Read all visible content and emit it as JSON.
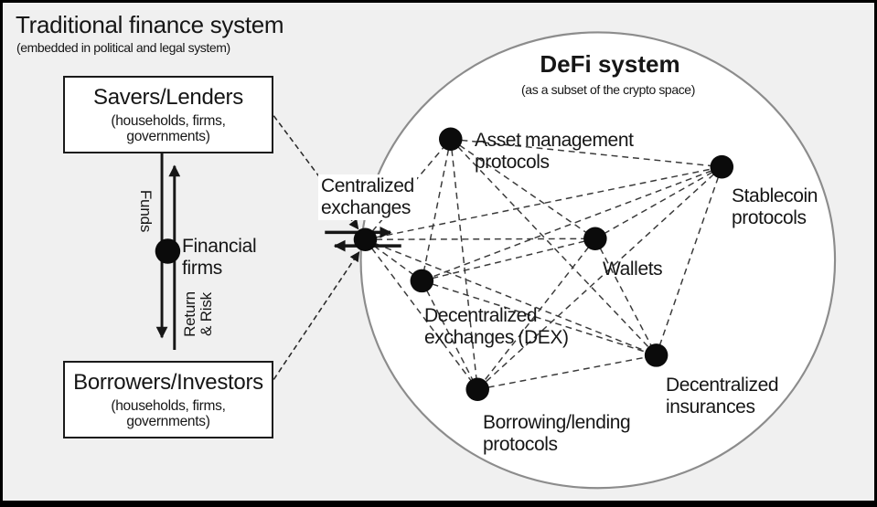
{
  "traditional": {
    "title": "Traditional finance system",
    "subtitle": "(embedded in political and legal system)",
    "savers_box": {
      "title": "Savers/Lenders",
      "sub": [
        "(households, firms,",
        "governments)"
      ]
    },
    "borrowers_box": {
      "title": "Borrowers/Investors",
      "sub": [
        "(households, firms,",
        "governments)"
      ]
    },
    "flow_labels": {
      "funds": "Funds",
      "return_risk": [
        "Return",
        "& Risk"
      ]
    },
    "financial_firms": [
      "Financial",
      "firms"
    ]
  },
  "bridge": {
    "centralized_exchanges": [
      "Centralized",
      "exchanges"
    ]
  },
  "defi": {
    "title": "DeFi system",
    "subtitle": "(as a subset of the crypto space)",
    "nodes": {
      "asset_management": [
        "Asset management",
        "protocols"
      ],
      "stablecoin": [
        "Stablecoin",
        "protocols"
      ],
      "wallets": [
        "Wallets"
      ],
      "dex": [
        "Decentralized",
        "exchanges (DEX)"
      ],
      "borrowing_lending": [
        "Borrowing/lending",
        "protocols"
      ],
      "insurance": [
        "Decentralized",
        "insurances"
      ]
    }
  },
  "colors": {
    "background": "#f0f0f0",
    "circle_fill": "#ffffff",
    "circle_stroke": "#8c8c8c",
    "ink": "#161616",
    "dashed_line": "#3a3a3a"
  }
}
